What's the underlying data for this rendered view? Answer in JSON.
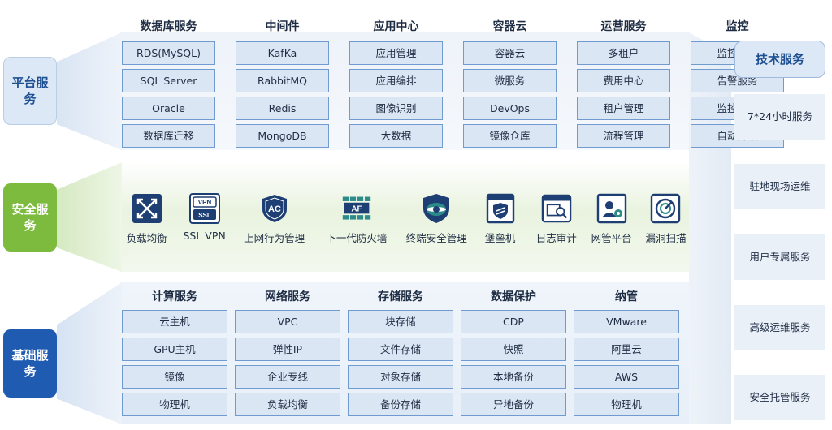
{
  "left": {
    "platform": "平台服务",
    "security": "安全服务",
    "basic": "基础服务"
  },
  "platform": {
    "columns": [
      {
        "title": "数据库服务",
        "items": [
          "RDS(MySQL)",
          "SQL Server",
          "Oracle",
          "数据库迁移"
        ]
      },
      {
        "title": "中间件",
        "items": [
          "KafKa",
          "RabbitMQ",
          "Redis",
          "MongoDB"
        ]
      },
      {
        "title": "应用中心",
        "items": [
          "应用管理",
          "应用编排",
          "图像识别",
          "大数据"
        ]
      },
      {
        "title": "容器云",
        "items": [
          "容器云",
          "微服务",
          "DevOps",
          "镜像仓库"
        ]
      },
      {
        "title": "运营服务",
        "items": [
          "多租户",
          "费用中心",
          "租户管理",
          "流程管理"
        ]
      },
      {
        "title": "监控",
        "items": [
          "监控服务",
          "告警服务",
          "监控检查",
          "自动升级"
        ]
      }
    ]
  },
  "security": {
    "items": [
      {
        "label": "负载均衡",
        "icon": "load-balancer-icon"
      },
      {
        "label": "SSL VPN",
        "icon": "ssl-vpn-icon",
        "badge_top": "VPN",
        "badge_bottom": "SSL"
      },
      {
        "label": "上网行为管理",
        "icon": "ac-shield-icon",
        "badge": "AC"
      },
      {
        "label": "下一代防火墙",
        "icon": "firewall-icon",
        "badge": "AF"
      },
      {
        "label": "终端安全管理",
        "icon": "endpoint-security-icon"
      },
      {
        "label": "堡垒机",
        "icon": "bastion-host-icon"
      },
      {
        "label": "日志审计",
        "icon": "log-audit-icon"
      },
      {
        "label": "网管平台",
        "icon": "network-management-icon"
      },
      {
        "label": "漏洞扫描",
        "icon": "vulnerability-scan-icon"
      }
    ]
  },
  "basic": {
    "columns": [
      {
        "title": "计算服务",
        "items": [
          "云主机",
          "GPU主机",
          "镜像",
          "物理机"
        ]
      },
      {
        "title": "网络服务",
        "items": [
          "VPC",
          "弹性IP",
          "企业专线",
          "负载均衡"
        ]
      },
      {
        "title": "存储服务",
        "items": [
          "块存储",
          "文件存储",
          "对象存储",
          "备份存储"
        ]
      },
      {
        "title": "数据保护",
        "items": [
          "CDP",
          "快照",
          "本地备份",
          "异地备份"
        ]
      },
      {
        "title": "纳管",
        "items": [
          "VMware",
          "阿里云",
          "AWS",
          "物理机"
        ]
      }
    ]
  },
  "tech": {
    "title": "技术服务",
    "items": [
      "7*24小时服务",
      "驻地现场运维",
      "用户专属服务",
      "高级运维服务",
      "安全托管服务"
    ]
  },
  "colors": {
    "cell_fill": "#dbe6f4",
    "cell_border": "#6f9bd1",
    "green": "#7dbb3e",
    "dark_blue": "#1f5bb0",
    "icon_navy": "#1e3f74",
    "icon_teal": "#2d8b8a"
  }
}
